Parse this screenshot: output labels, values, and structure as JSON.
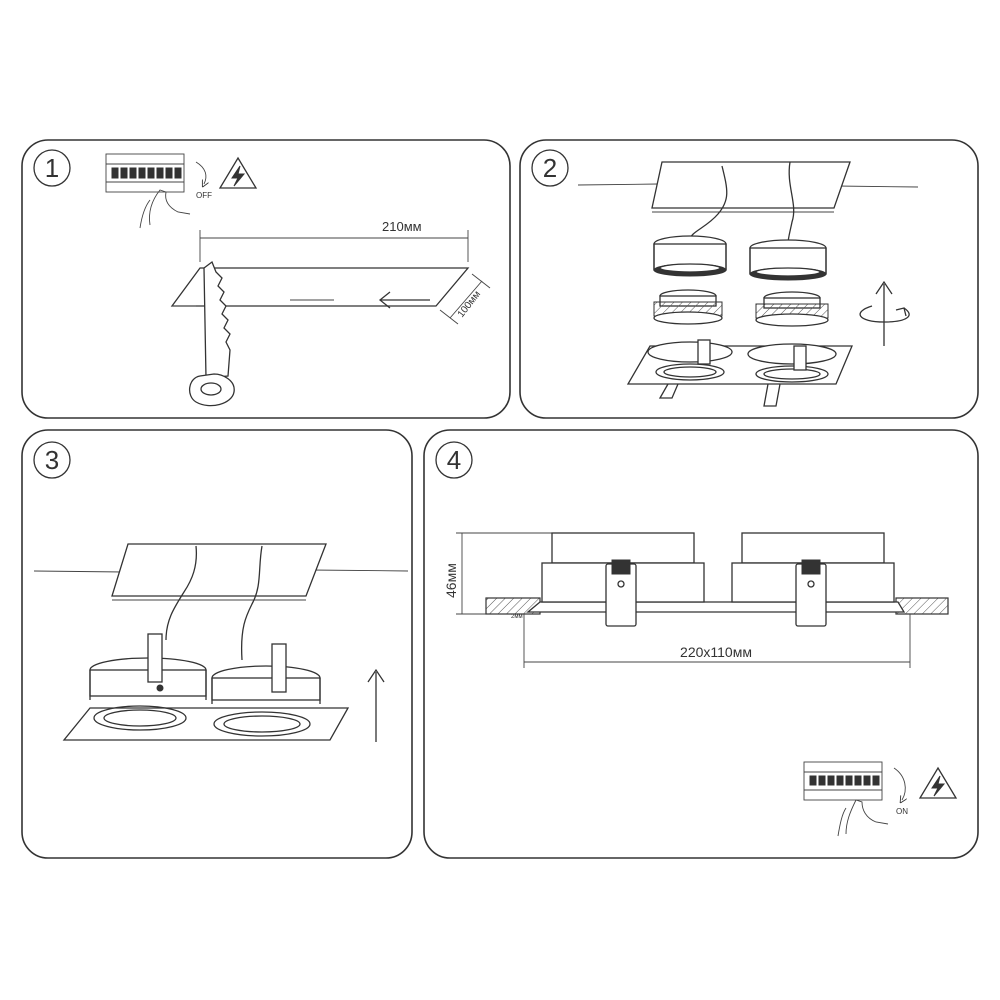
{
  "steps": [
    {
      "number": "1",
      "switch_label": "OFF",
      "cut_width": "210мм",
      "cut_height": "100мм"
    },
    {
      "number": "2"
    },
    {
      "number": "3"
    },
    {
      "number": "4",
      "height_label": "46мм",
      "thickness_label": "2мм",
      "size_label": "220x110мм",
      "switch_label": "ON"
    }
  ],
  "icons": [
    "power-switch-icon",
    "high-voltage-warning-icon",
    "keyhole-saw-icon",
    "rotate-arrow-icon",
    "up-arrow-icon",
    "left-arrow-icon"
  ]
}
